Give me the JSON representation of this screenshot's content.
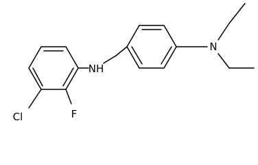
{
  "molecule": {
    "atoms": {
      "nh": "NH",
      "n": "N",
      "cl": "Cl",
      "f": "F"
    },
    "colors": {
      "bond": "#000000",
      "label": "#000000",
      "background": "#ffffff"
    }
  }
}
